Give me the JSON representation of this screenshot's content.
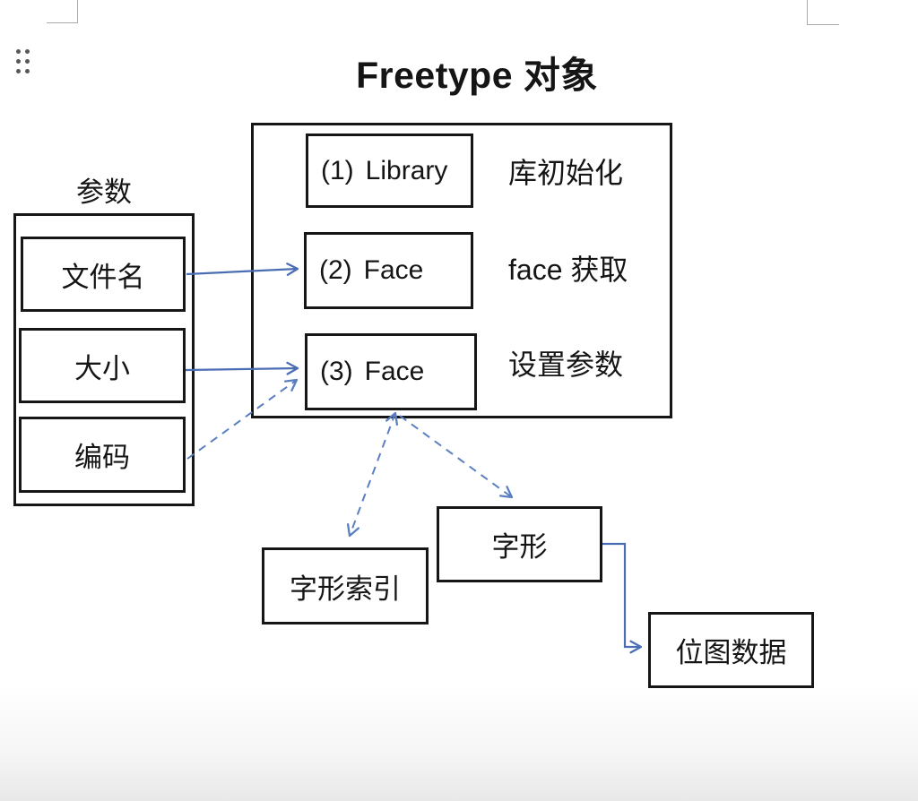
{
  "title": "Freetype 对象",
  "params": {
    "label": "参数",
    "items": [
      {
        "label": "文件名"
      },
      {
        "label": "大小"
      },
      {
        "label": "编码"
      }
    ]
  },
  "steps": [
    {
      "num": "(1)",
      "name": "Library",
      "annotation": "库初始化"
    },
    {
      "num": "(2)",
      "name": "Face",
      "annotation": "face 获取"
    },
    {
      "num": "(3)",
      "name": "Face",
      "annotation": "设置参数"
    }
  ],
  "outputs": [
    {
      "label": "字形索引"
    },
    {
      "label": "字形"
    },
    {
      "label": "位图数据"
    }
  ],
  "icons": {
    "drag_handle": "six-dot-drag-handle",
    "corner_marks": "page-text-boundary-corner-marks"
  },
  "colors": {
    "arrow_solid": "#4a6db3",
    "arrow_dashed": "#5a7fc0",
    "box_border": "#161616",
    "handle_dot": "#575757",
    "corner_mark": "#ababab",
    "background": "#ffffff"
  }
}
